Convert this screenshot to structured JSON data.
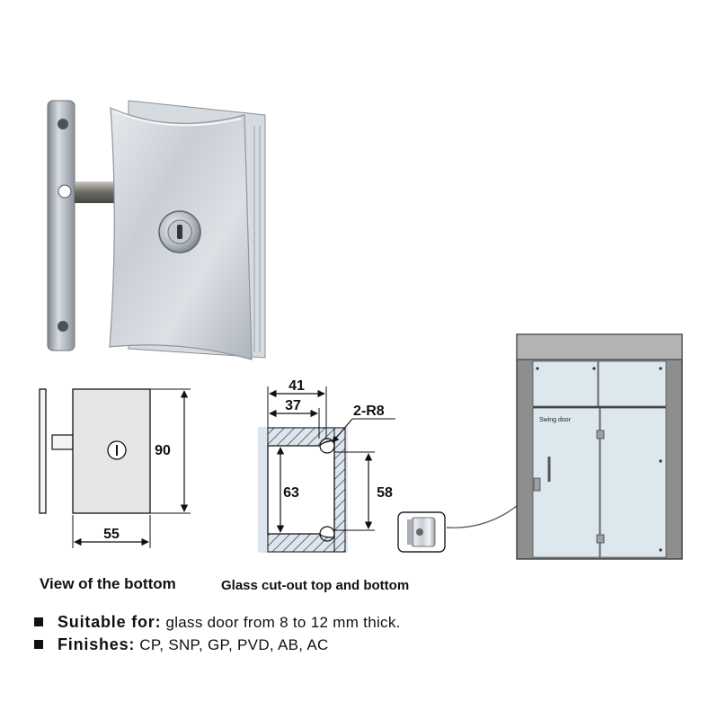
{
  "bottom_view": {
    "width_label": "55",
    "height_label": "90",
    "caption": "View of the bottom"
  },
  "cutout_view": {
    "dim_outer_label": "41",
    "dim_inner_label": "37",
    "radius_label": "2-R8",
    "height_left_label": "63",
    "height_right_label": "58",
    "caption": "Glass cut-out top and bottom"
  },
  "door_diagram": {
    "swing_label": "Swing door"
  },
  "specs": [
    {
      "key": "Suitable for:",
      "value": "glass door from 8 to 12 mm thick."
    },
    {
      "key": "Finishes:",
      "value": "CP, SNP, GP, PVD, AB, AC"
    }
  ]
}
